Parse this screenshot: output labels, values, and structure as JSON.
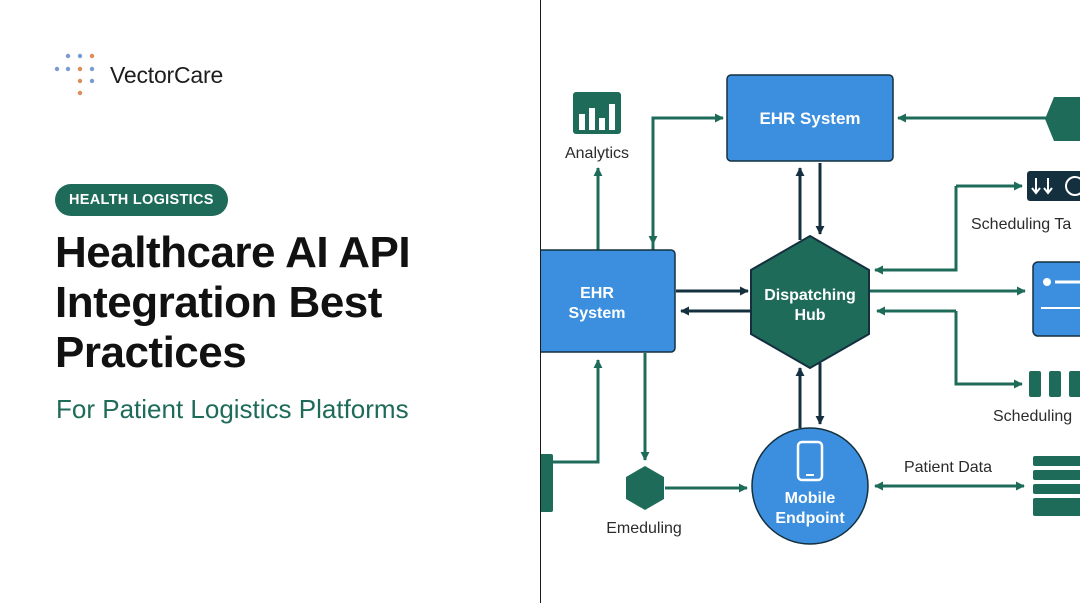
{
  "brand": {
    "name": "VectorCare"
  },
  "tag": "HEALTH LOGISTICS",
  "headline": [
    "Healthcare AI API",
    "Integration Best",
    "Practices"
  ],
  "subtitle": "For Patient Logistics Platforms",
  "colors": {
    "teal": "#1f6b5a",
    "blue": "#3b8fde",
    "navy": "#14303f",
    "text": "#2b2b2b"
  },
  "diagram": {
    "nodes": {
      "analytics": {
        "label": "Analytics",
        "icon": "bar-chart-icon"
      },
      "ehr_top": {
        "label": "EHR System"
      },
      "ehr_left": {
        "label": [
          "EHR",
          "System"
        ]
      },
      "hub": {
        "label": [
          "Dispatching",
          "Hub"
        ]
      },
      "mobile": {
        "label": [
          "Mobile",
          "Endpoint"
        ],
        "icon": "smartphone-icon"
      },
      "emeduling": {
        "label": "Emeduling"
      },
      "scheduling_top": {
        "label": "Scheduling Ta",
        "icon": "download-arrows-icon"
      },
      "profile": {
        "icon": "profile-card-icon"
      },
      "scheduling_bottom": {
        "label": "Scheduling",
        "icon": "server-bars-icon"
      },
      "patient_data": {
        "label": "Patient Data",
        "icon": "database-stack-icon"
      }
    }
  }
}
